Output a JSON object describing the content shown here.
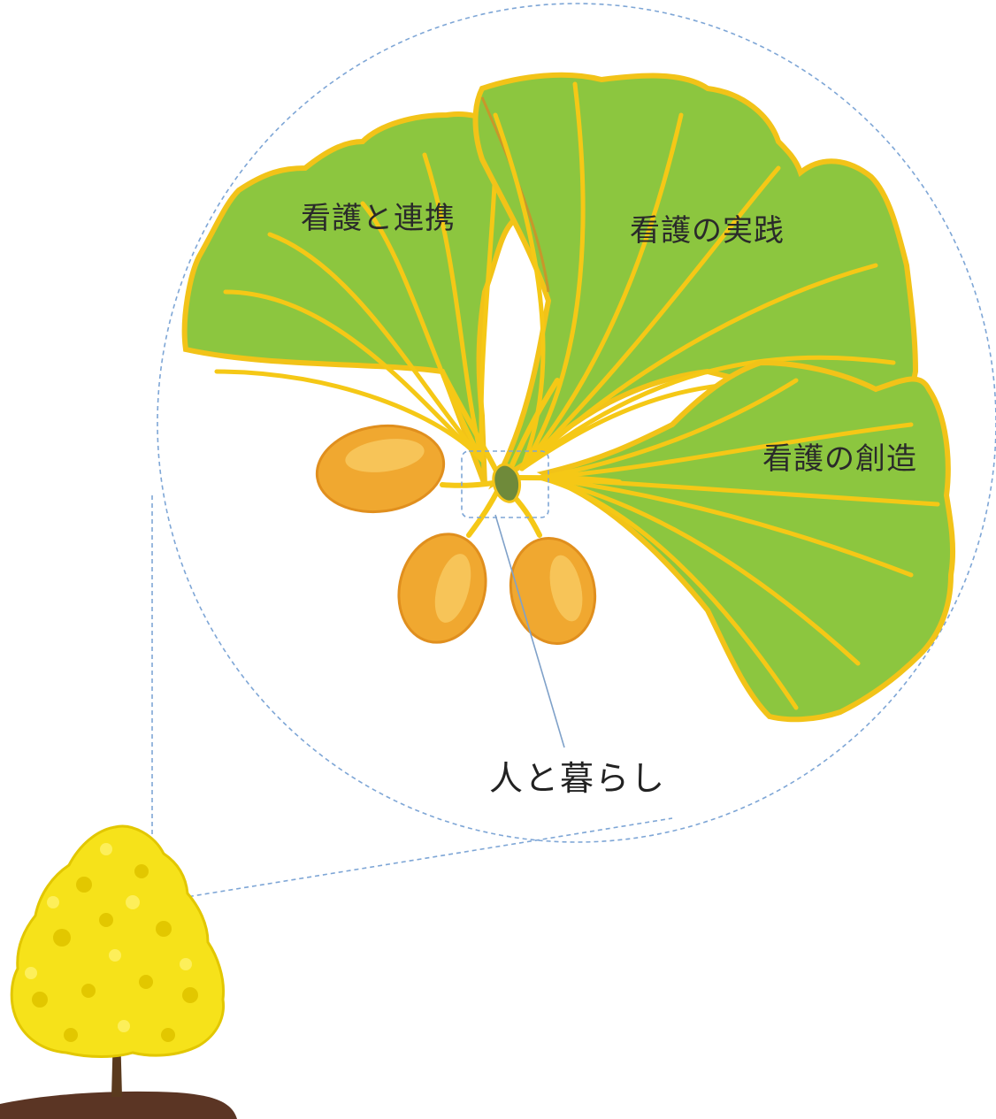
{
  "diagram": {
    "leaf_labels": {
      "left": "看護と連携",
      "top_right": "看護の実践",
      "right": "看護の創造"
    },
    "center_label": "人と暮らし"
  },
  "colors": {
    "leaf_green": "#8cc63f",
    "leaf_edge": "#f2c318",
    "vein": "#f5c816",
    "nut": "#f0a830",
    "nut_highlight": "#f7c458",
    "nut_edge": "#e08f1e",
    "center_node": "#6f8a3a",
    "dashed_line": "#7ea6d6",
    "pointer_line": "#7fa1c9",
    "tree_foliage": "#f6e21a",
    "tree_foliage_dark": "#e2c700",
    "trunk": "#5a3a1e",
    "ground": "#5b3524"
  }
}
